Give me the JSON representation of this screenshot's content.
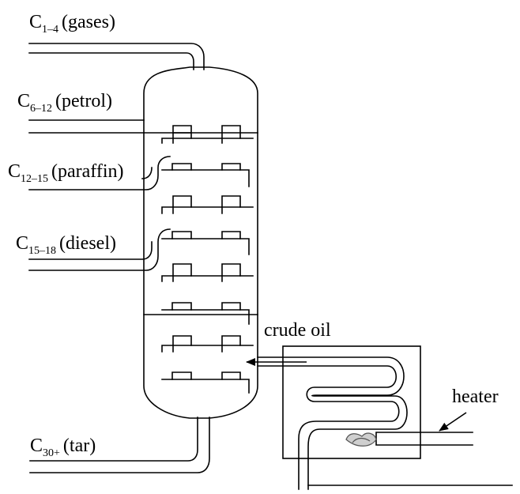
{
  "labels": {
    "gases": {
      "main": "C",
      "sub": "1–4",
      "name": "(gases)"
    },
    "petrol": {
      "main": "C",
      "sub": "6–12",
      "name": "(petrol)"
    },
    "paraffin": {
      "main": "C",
      "sub": "12–15",
      "name": "(paraffin)"
    },
    "diesel": {
      "main": "C",
      "sub": "15–18",
      "name": "(diesel)"
    },
    "tar": {
      "main": "C",
      "sub": "30+",
      "name": "(tar)"
    },
    "crude_oil": "crude oil",
    "heater": "heater"
  }
}
